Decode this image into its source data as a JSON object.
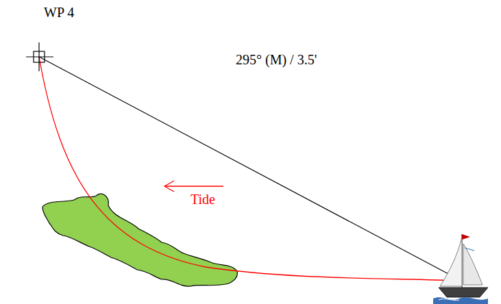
{
  "diagram": {
    "labels": [
      "WP 4",
      "295° (M) / 3.5'",
      "Tide"
    ]
  }
}
